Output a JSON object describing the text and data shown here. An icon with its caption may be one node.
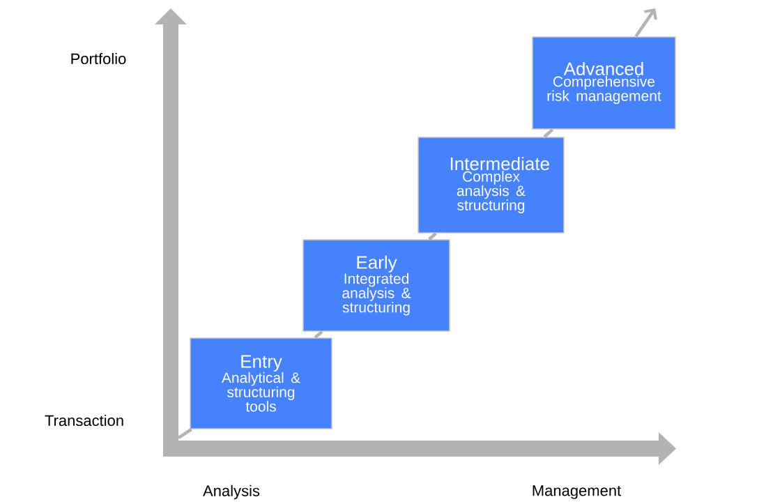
{
  "diagram": {
    "nodes": [
      {
        "text": [
          "Entry",
          "Analytical & structuring tools"
        ]
      },
      {
        "text": [
          "Early",
          "Integrated analysis & structuring"
        ]
      },
      {
        "text": [
          "Intermediate",
          "Complex analysis & structuring"
        ]
      },
      {
        "text": [
          "Advanced",
          "Comprehensive risk management"
        ]
      }
    ],
    "edges": [
      {
        "from": null,
        "to": 0,
        "arrow": "none"
      },
      {
        "from": 0,
        "to": 1,
        "arrow": "none"
      },
      {
        "from": 1,
        "to": 2,
        "arrow": "none"
      },
      {
        "from": 2,
        "to": 3,
        "arrow": "none"
      },
      {
        "from": 3,
        "to": null,
        "arrow": "to"
      }
    ],
    "labels": [
      "Portfolio",
      "Transaction",
      "Analysis",
      "Management"
    ]
  }
}
